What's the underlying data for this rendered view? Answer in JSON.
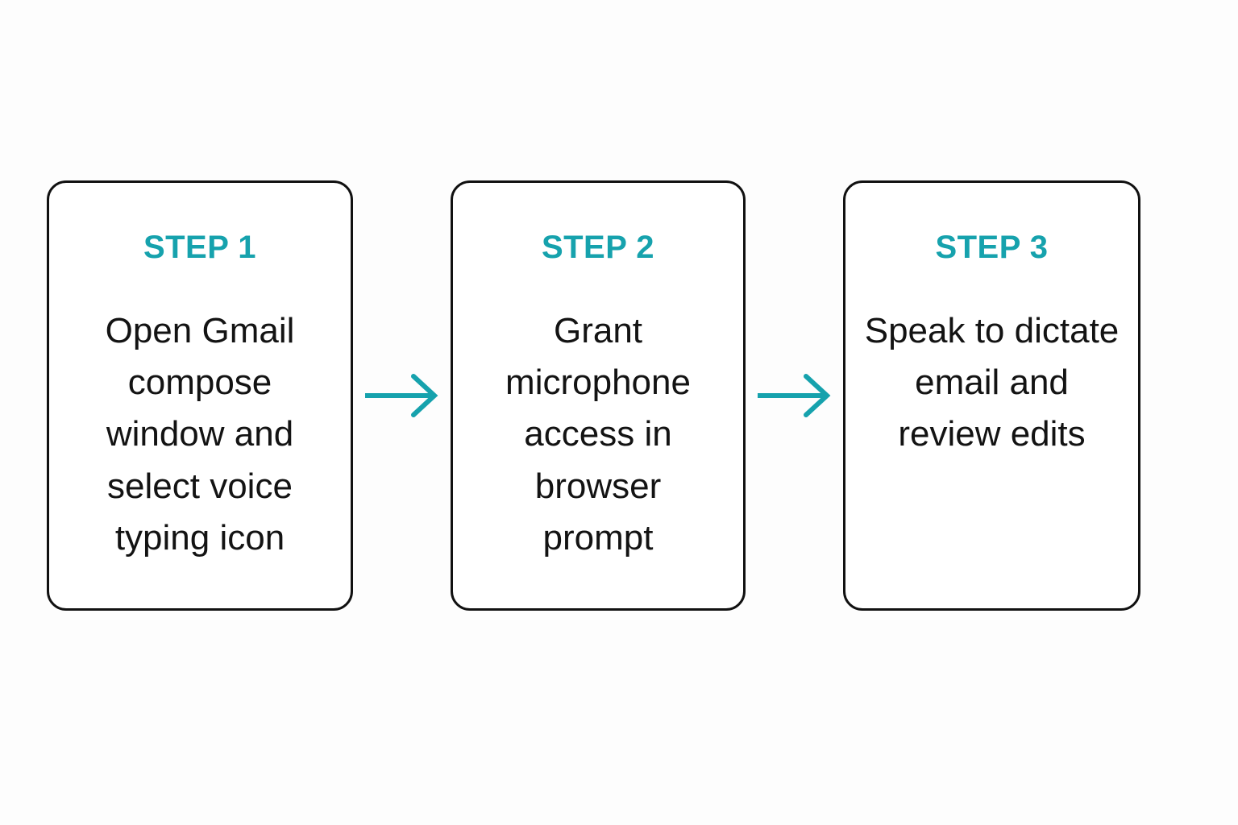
{
  "diagram": {
    "type": "horizontal-process-flow",
    "background_color": "#fdfdfd",
    "accent_color": "#16a2ad",
    "text_color": "#131313",
    "border_color": "#111111",
    "steps": [
      {
        "label": "STEP 1",
        "text": "Open Gmail compose window and select voice typing icon"
      },
      {
        "label": "STEP 2",
        "text": "Grant microphone access in browser prompt"
      },
      {
        "label": "STEP 3",
        "text": "Speak to dictate email and review edits"
      }
    ],
    "connectors": [
      {
        "name": "arrow-step1-to-step2",
        "direction": "right",
        "color": "#16a2ad"
      },
      {
        "name": "arrow-step2-to-step3",
        "direction": "right",
        "color": "#16a2ad"
      }
    ]
  }
}
